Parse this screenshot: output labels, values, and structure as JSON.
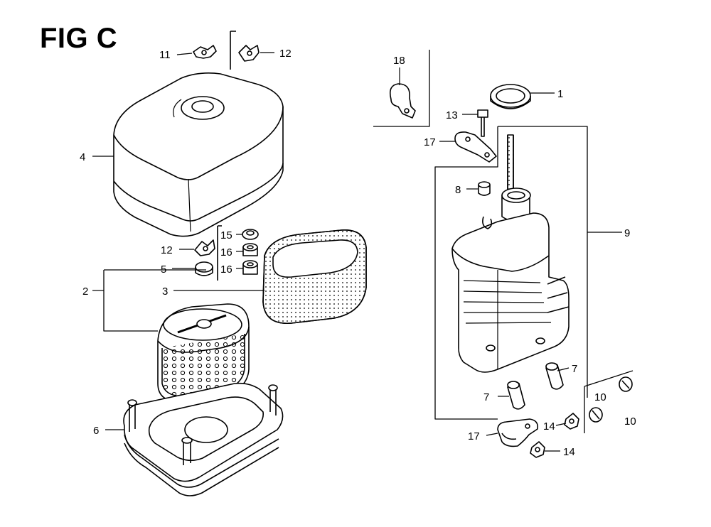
{
  "title": "FIG C",
  "callouts": {
    "c1": "1",
    "c2": "2",
    "c3": "3",
    "c4": "4",
    "c5": "5",
    "c6": "6",
    "c7a": "7",
    "c7b": "7",
    "c8": "8",
    "c9": "9",
    "c10a": "10",
    "c10b": "10",
    "c11": "11",
    "c12a": "12",
    "c12b": "12",
    "c13": "13",
    "c14a": "14",
    "c14b": "14",
    "c15": "15",
    "c16a": "16",
    "c16b": "16",
    "c17a": "17",
    "c17b": "17",
    "c18": "18"
  },
  "colors": {
    "line": "#000000",
    "background": "#ffffff"
  }
}
